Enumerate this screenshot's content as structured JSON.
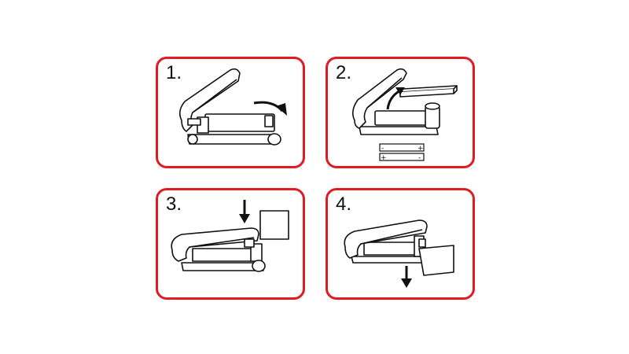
{
  "steps": [
    {
      "number": "1."
    },
    {
      "number": "2."
    },
    {
      "number": "3."
    },
    {
      "number": "4."
    }
  ],
  "battery": {
    "plus": "+",
    "minus": "-"
  },
  "colors": {
    "frame": "#e11b22",
    "ink": "#111111",
    "background": "#ffffff"
  }
}
